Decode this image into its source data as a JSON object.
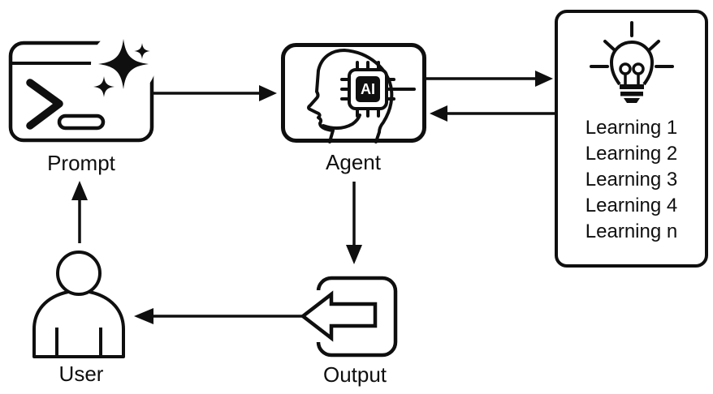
{
  "diagram": {
    "type": "flow-diagram",
    "background": "#ffffff",
    "ink_color": "#0f0f0f",
    "nodes": {
      "prompt": {
        "label": "Prompt",
        "icon": "terminal-sparkles-icon"
      },
      "agent": {
        "label": "Agent",
        "icon": "head-ai-chip-icon",
        "chip_text": "AI"
      },
      "learnings": {
        "icon": "lightbulb-icon",
        "items": [
          "Learning 1",
          "Learning 2",
          "Learning 3",
          "Learning 4",
          "Learning n"
        ]
      },
      "output": {
        "label": "Output",
        "icon": "export-arrow-icon"
      },
      "user": {
        "label": "User",
        "icon": "person-icon"
      }
    },
    "edges": [
      {
        "from": "prompt",
        "to": "agent"
      },
      {
        "from": "agent",
        "to": "learnings"
      },
      {
        "from": "learnings",
        "to": "agent"
      },
      {
        "from": "agent",
        "to": "output"
      },
      {
        "from": "output",
        "to": "user"
      },
      {
        "from": "user",
        "to": "prompt"
      }
    ]
  }
}
